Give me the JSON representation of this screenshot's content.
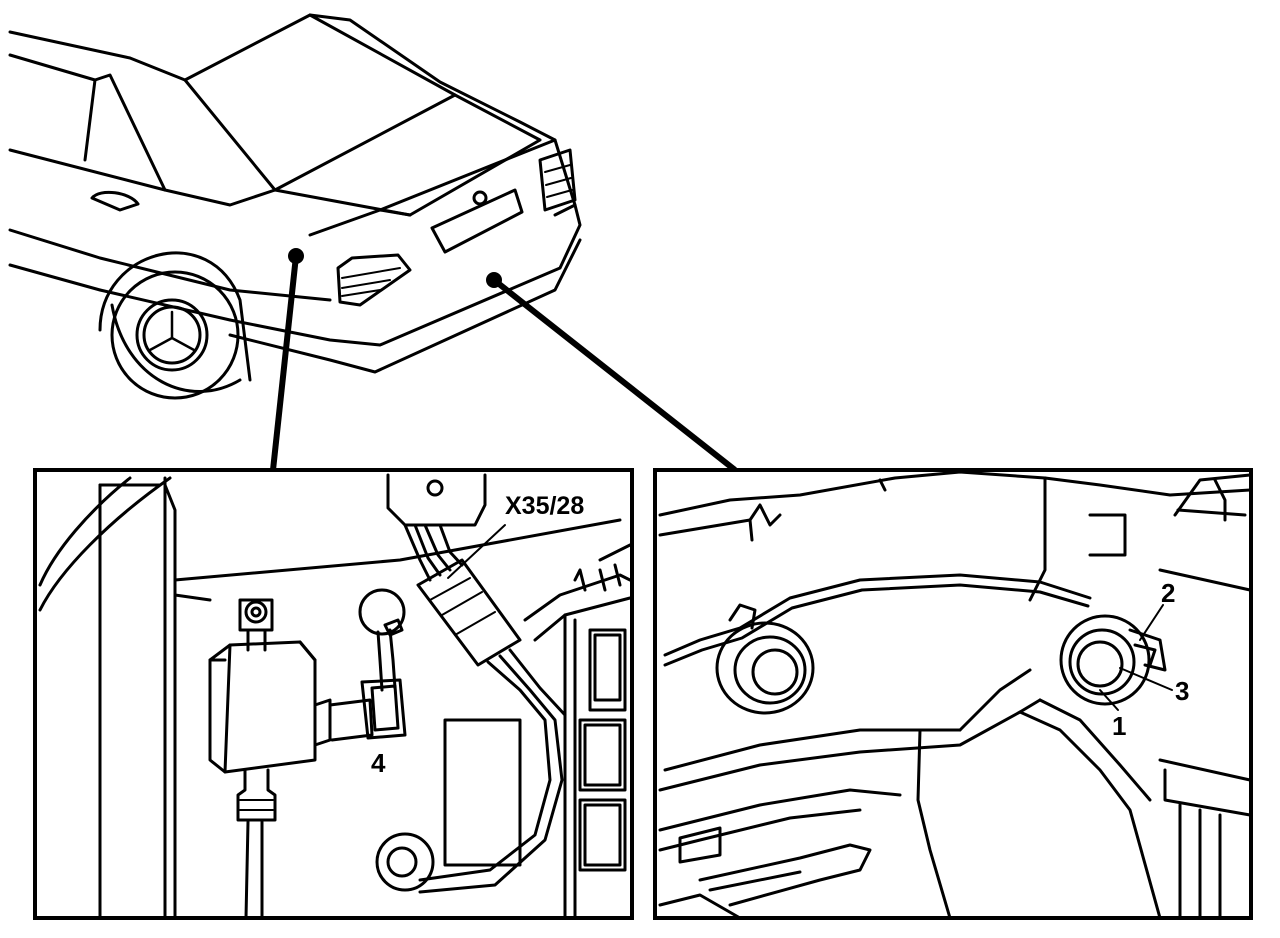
{
  "labels": {
    "connector": "X35/28",
    "n1": "1",
    "n2": "2",
    "n3": "3",
    "n4": "4"
  },
  "colors": {
    "ink": "#000000",
    "paper": "#ffffff"
  }
}
